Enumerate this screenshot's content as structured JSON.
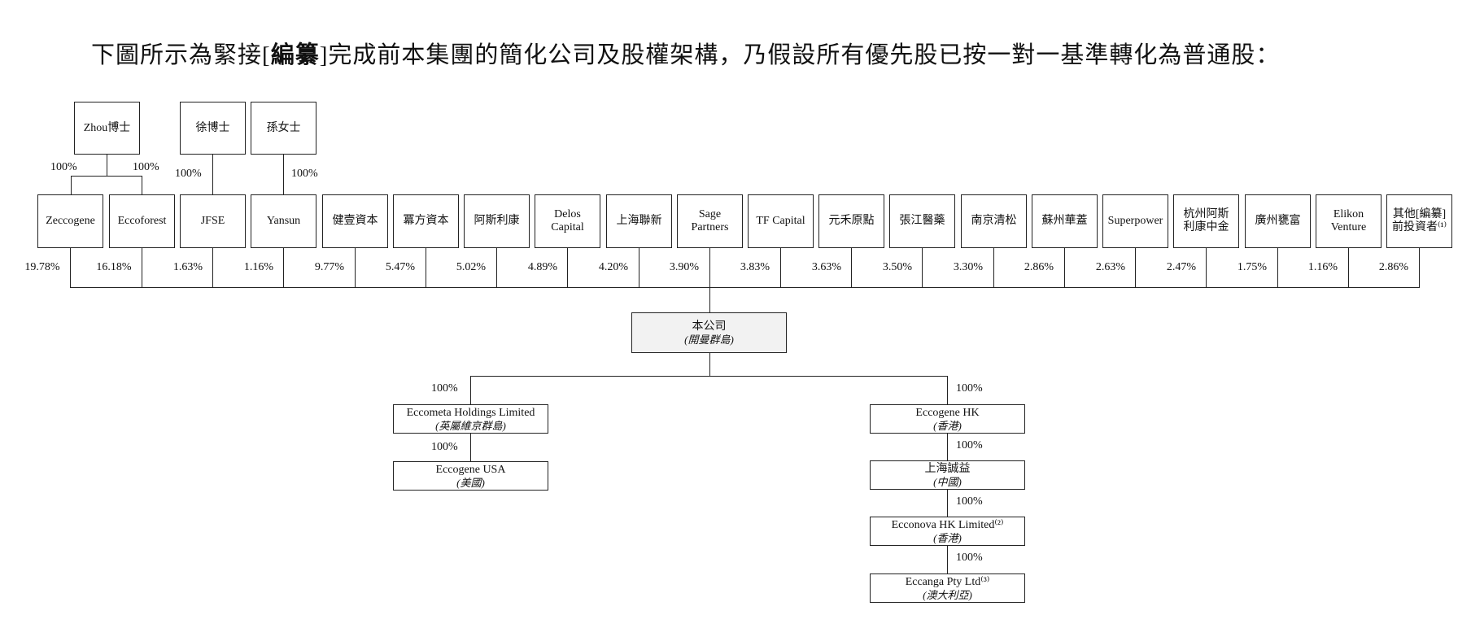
{
  "title": {
    "before": "下圖所示為緊接",
    "bracket_open": "[",
    "redacted": "編纂",
    "bracket_close": "]",
    "after": "完成前本集團的簡化公司及股權架構，乃假設所有優先股已按一對一基準轉化為普通股："
  },
  "top_holders": [
    {
      "label": "Zhou博士",
      "pct_left": "100%",
      "pct_right": "100%"
    },
    {
      "label": "徐博士",
      "pct": "100%"
    },
    {
      "label": "孫女士",
      "pct": "100%"
    }
  ],
  "shareholders": [
    {
      "label": "Zeccogene",
      "pct": "19.78%"
    },
    {
      "label": "Eccoforest",
      "pct": "16.18%"
    },
    {
      "label": "JFSE",
      "pct": "1.63%"
    },
    {
      "label": "Yansun",
      "pct": "1.16%"
    },
    {
      "label": "健壹資本",
      "pct": "9.77%"
    },
    {
      "label": "冪方資本",
      "pct": "5.47%"
    },
    {
      "label": "阿斯利康",
      "pct": "5.02%"
    },
    {
      "label": "Delos Capital",
      "pct": "4.89%"
    },
    {
      "label": "上海聯新",
      "pct": "4.20%"
    },
    {
      "label": "Sage Partners",
      "pct": "3.90%"
    },
    {
      "label": "TF Capital",
      "pct": "3.83%"
    },
    {
      "label": "元禾原點",
      "pct": "3.63%"
    },
    {
      "label": "張江醫藥",
      "pct": "3.50%"
    },
    {
      "label": "南京清松",
      "pct": "3.30%"
    },
    {
      "label": "蘇州華蓋",
      "pct": "2.86%"
    },
    {
      "label": "Superpower",
      "pct": "2.63%"
    },
    {
      "label": "杭州阿斯利康中金",
      "pct": "2.47%"
    },
    {
      "label": "廣州甕富",
      "pct": "1.75%"
    },
    {
      "label": "Elikon Venture",
      "pct": "1.16%"
    },
    {
      "label": "其他[編纂]前投資者⁽¹⁾",
      "pct": "2.86%"
    }
  ],
  "company": {
    "name": "本公司",
    "jurisdiction": "(開曼群島)"
  },
  "left_branch": [
    {
      "name": "Eccometa Holdings Limited",
      "jurisdiction": "(英屬維京群島)",
      "pct": "100%"
    },
    {
      "name": "Eccogene USA",
      "jurisdiction": "(美國)",
      "pct": "100%"
    }
  ],
  "right_branch": [
    {
      "name": "Eccogene HK",
      "jurisdiction": "(香港)",
      "pct": "100%"
    },
    {
      "name": "上海誠益",
      "jurisdiction": "(中國)",
      "pct": "100%"
    },
    {
      "name": "Ecconova HK Limited⁽²⁾",
      "jurisdiction": "(香港)",
      "pct": "100%"
    },
    {
      "name": "Eccanga Pty Ltd⁽³⁾",
      "jurisdiction": "(澳大利亞)",
      "pct": "100%"
    }
  ]
}
